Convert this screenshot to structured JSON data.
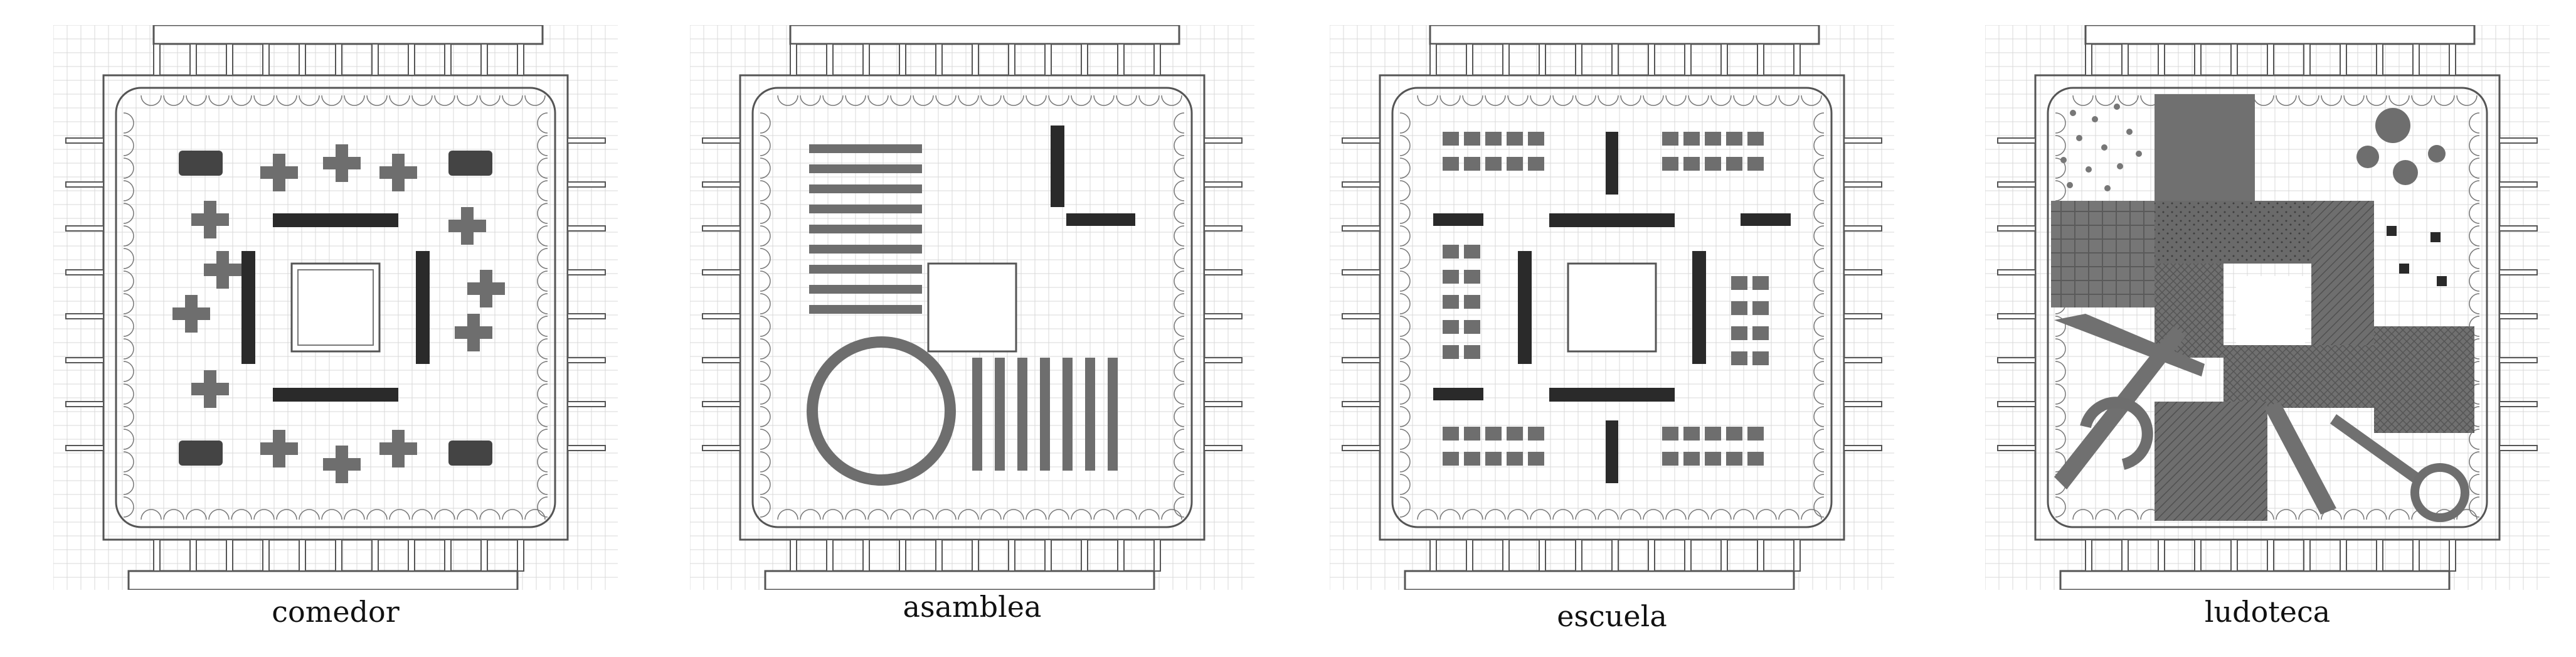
{
  "panels": [
    {
      "id": "comedor",
      "caption": "comedor"
    },
    {
      "id": "asamblea",
      "caption": "asamblea"
    },
    {
      "id": "escuela",
      "caption": "escuela"
    },
    {
      "id": "ludoteca",
      "caption": "ludoteca"
    }
  ],
  "colors": {
    "grid": "#d8d8d8",
    "line": "#555555",
    "fill_dark": "#2a2a2a",
    "fill_mid": "#6e6e6e",
    "fill_light": "#8c8c8c"
  }
}
